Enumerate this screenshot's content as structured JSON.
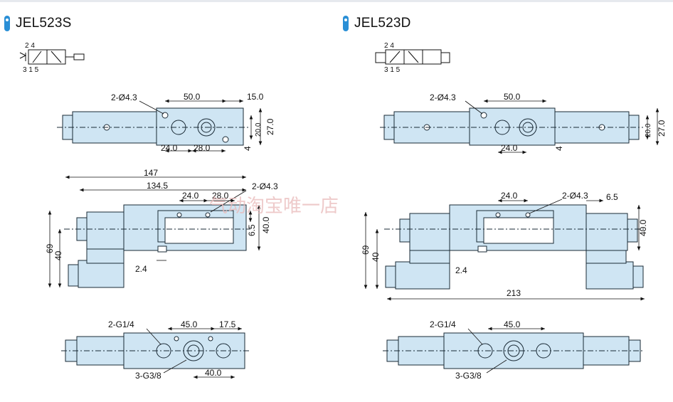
{
  "titles": {
    "left": "JEL523S",
    "right": "JEL523D"
  },
  "symbol": {
    "ports_top": "2 4",
    "ports_bottom": "3 1 5"
  },
  "left": {
    "top": {
      "holes": "2-Ø4.3",
      "d1": "50.0",
      "d2": "15.0",
      "d3": "24.0",
      "d4": "28.0",
      "h1": "20.0",
      "h2": "27.0",
      "off": "4"
    },
    "front": {
      "w_total": "147",
      "w2": "134.5",
      "d1": "24.0",
      "d2": "28.0",
      "holes": "2-Ø4.3",
      "h1": "6.5",
      "h2": "40.0",
      "h3": "69",
      "h4": "40",
      "b": "2.4"
    },
    "bottom": {
      "port1": "2-G1/4",
      "d1": "45.0",
      "d2": "17.5",
      "port2": "3-G3/8",
      "d3": "40.0"
    }
  },
  "right": {
    "top": {
      "holes": "2-Ø4.3",
      "d1": "50.0",
      "d3": "24.0",
      "h1": "20.0",
      "h2": "27.0",
      "off": "4"
    },
    "front": {
      "d1": "24.0",
      "holes": "2-Ø4.3",
      "d2": "6.5",
      "h2": "40.0",
      "h3": "69",
      "h4": "40",
      "b": "2.4",
      "w_total": "213"
    },
    "bottom": {
      "port1": "2-G1/4",
      "d1": "45.0",
      "port2": "3-G3/8"
    }
  },
  "watermark": "气动淘宝唯一店",
  "colors": {
    "body": "#cfe5f3",
    "outline": "#1a2a36",
    "accent": "#2a8fd6"
  }
}
